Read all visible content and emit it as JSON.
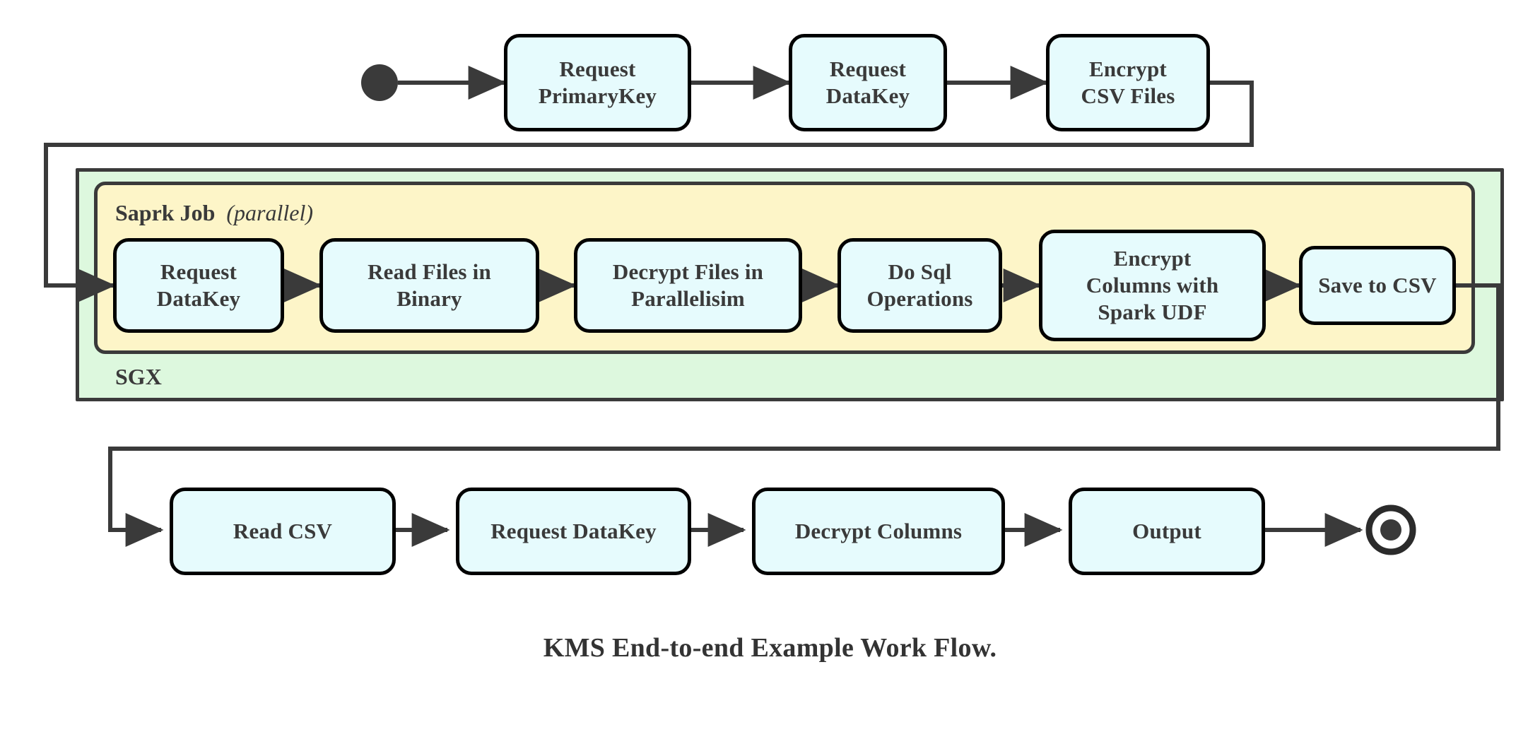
{
  "diagram": {
    "caption": "KMS End-to-end Example Work Flow.",
    "colors": {
      "node_fill": "#e6fbfd",
      "node_stroke": "#000000",
      "sgx_fill": "#ddf8de",
      "spark_fill": "#fdf5c8",
      "container_stroke": "#3a3a3a",
      "edge_stroke": "#3a3a3a",
      "text": "#3a3a3a",
      "background": "#ffffff"
    },
    "start_node": {
      "name": "start-node",
      "shape": "filled-circle"
    },
    "end_node": {
      "name": "end-node",
      "shape": "bullseye-circle"
    },
    "containers": {
      "sgx": {
        "label": "SGX",
        "label_position": "bottom-left"
      },
      "spark": {
        "label_bold": "Saprk Job",
        "label_italic": "(parallel)",
        "label_position": "top-left"
      }
    },
    "rows": {
      "top": [
        {
          "id": "request-primarykey",
          "lines": [
            "Request",
            "PrimaryKey"
          ]
        },
        {
          "id": "request-datakey-top",
          "lines": [
            "Request",
            "DataKey"
          ]
        },
        {
          "id": "encrypt-csv-files",
          "lines": [
            "Encrypt",
            "CSV Files"
          ]
        }
      ],
      "spark": [
        {
          "id": "request-datakey-spark",
          "lines": [
            "Request",
            "DataKey"
          ]
        },
        {
          "id": "read-files-in-binary",
          "lines": [
            "Read Files in",
            "Binary"
          ]
        },
        {
          "id": "decrypt-files-in-parallelisim",
          "lines": [
            "Decrypt Files in",
            "Parallelisim"
          ]
        },
        {
          "id": "do-sql-operations",
          "lines": [
            "Do Sql",
            "Operations"
          ]
        },
        {
          "id": "encrypt-columns-with-spark-udf",
          "lines": [
            "Encrypt",
            "Columns with",
            "Spark UDF"
          ]
        },
        {
          "id": "save-to-csv",
          "lines": [
            "Save to CSV"
          ]
        }
      ],
      "bottom": [
        {
          "id": "read-csv",
          "lines": [
            "Read CSV"
          ]
        },
        {
          "id": "request-datakey-bottom",
          "lines": [
            "Request DataKey"
          ]
        },
        {
          "id": "decrypt-columns",
          "lines": [
            "Decrypt Columns"
          ]
        },
        {
          "id": "output",
          "lines": [
            "Output"
          ]
        }
      ]
    }
  }
}
